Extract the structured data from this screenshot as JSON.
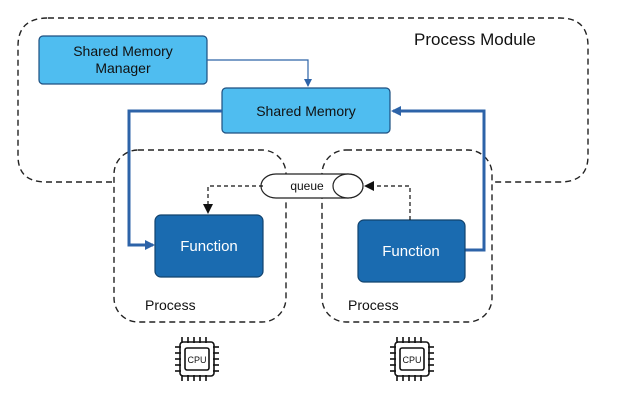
{
  "diagram": {
    "module_label": "Process Module",
    "manager_label_line1": "Shared Memory",
    "manager_label_line2": "Manager",
    "shared_memory_label": "Shared Memory",
    "queue_label": "queue",
    "function_left_label": "Function",
    "function_right_label": "Function",
    "process_left_label": "Process",
    "process_right_label": "Process",
    "cpu_left_label": "CPU",
    "cpu_right_label": "CPU"
  },
  "colors": {
    "light_box": "#4fbdf0",
    "dark_box": "#1a6bb0",
    "box_stroke": "#1d4f80",
    "arrow_blue": "#2d63a8",
    "dash": "#222222"
  }
}
